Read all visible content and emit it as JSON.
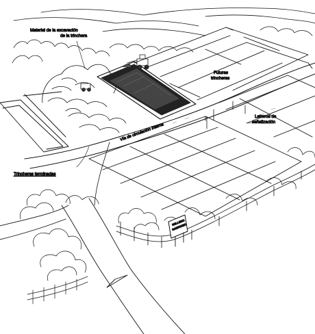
{
  "labels": {
    "excavation_material_line1": "Material de la excavación",
    "excavation_material_line2": "de la trinchera",
    "future_trenches_line1": "Futuras",
    "future_trenches_line2": "trincheras",
    "signage_line1": "Letreros de",
    "signage_line2": "señalización",
    "internal_road": "Vía de circulación interna",
    "finished_trenches": "Trincheras terminadas",
    "sign_line1": "RELLENO",
    "sign_line2": "SANITARIO"
  }
}
